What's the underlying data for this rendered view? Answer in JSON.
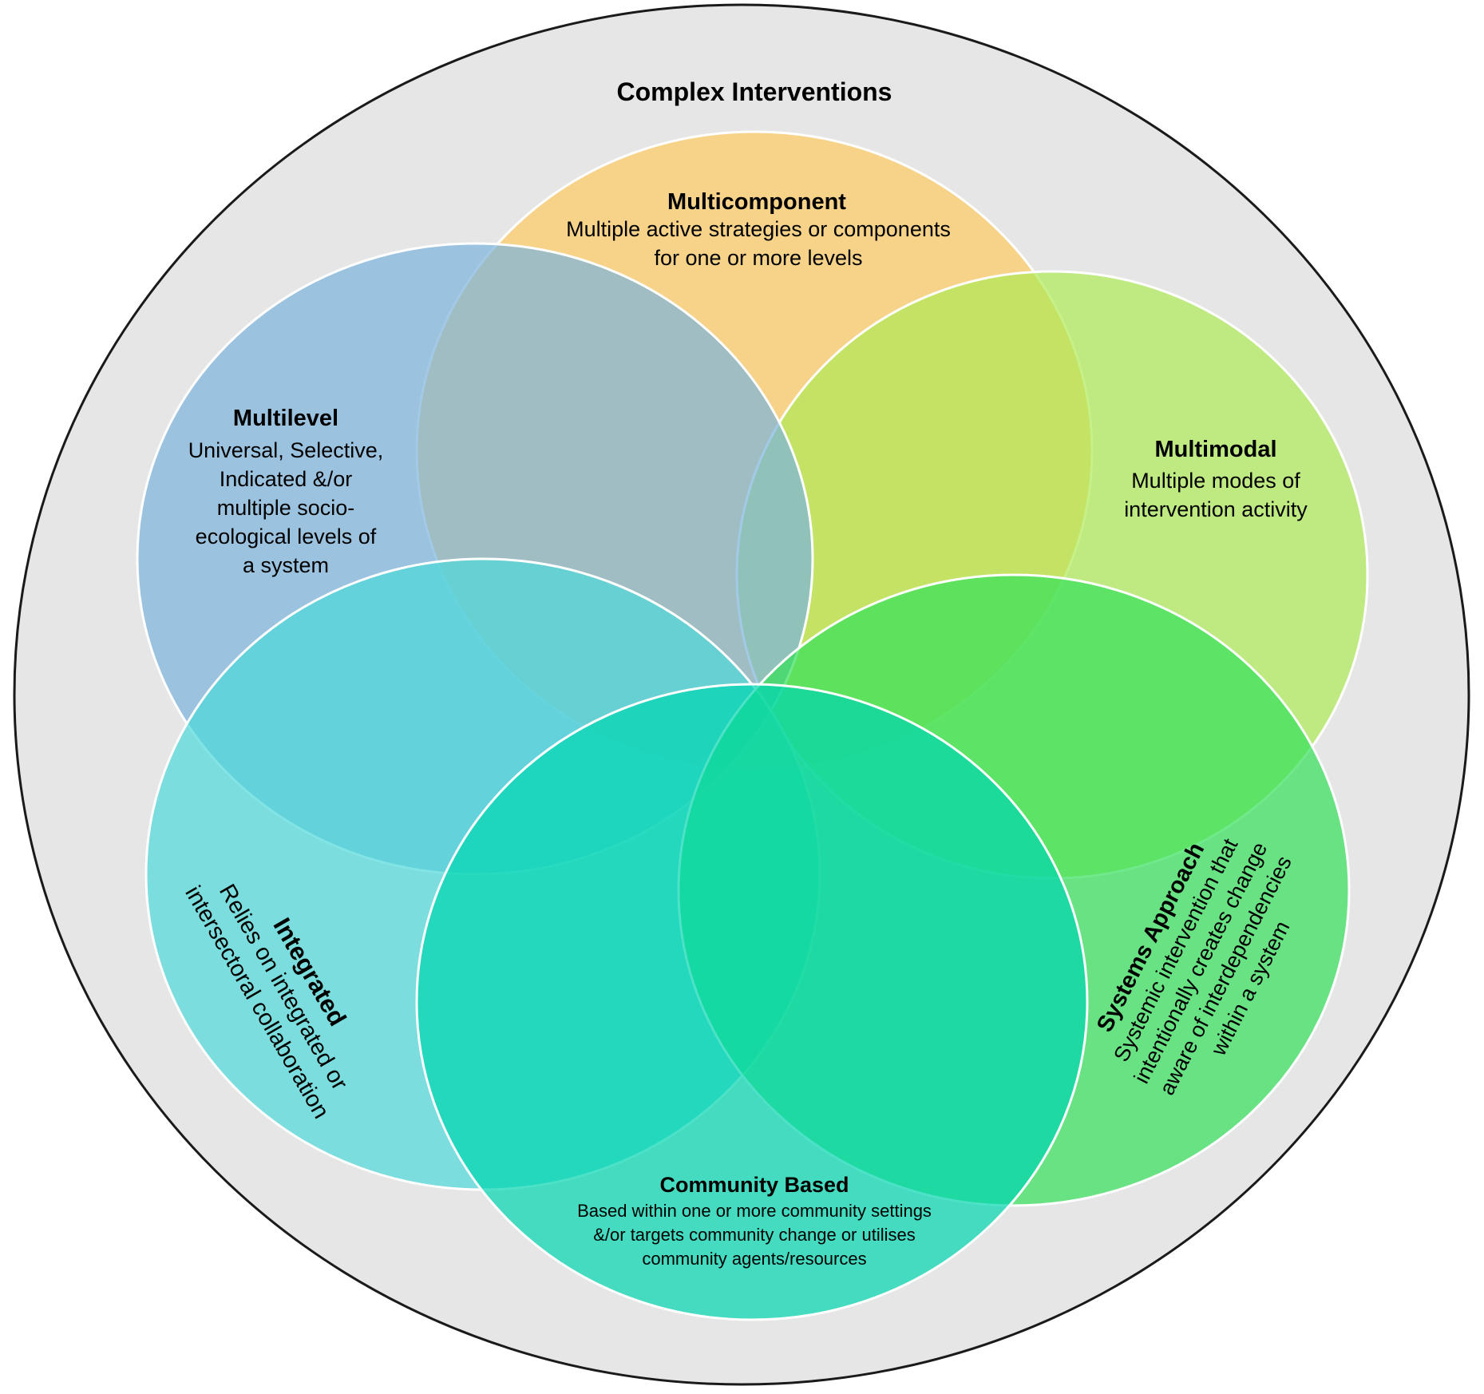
{
  "outer": {
    "title": "Complex Interventions",
    "fill": "#e6e6e6",
    "stroke": "#1a1a1a"
  },
  "sets": {
    "multicomponent": {
      "title": "Multicomponent",
      "lines": [
        "Multiple active strategies or components",
        "for one or more levels"
      ],
      "color": "#fdcb62"
    },
    "multimodal": {
      "title": "Multimodal",
      "lines": [
        "Multiple modes of",
        "intervention activity"
      ],
      "color": "#aeea55"
    },
    "multilevel": {
      "title": "Multilevel",
      "lines": [
        "Universal, Selective,",
        "Indicated &/or",
        "multiple socio-",
        "ecological levels of",
        "a system"
      ],
      "color": "#7ab3dd"
    },
    "integrated": {
      "title": "Integrated",
      "lines": [
        "Relies on integrated or",
        "intersectoral collaboration"
      ],
      "color": "#4dd8d8"
    },
    "systems": {
      "title": "Systems Approach",
      "lines": [
        "Systemic intervention that",
        "intentionally creates change",
        "aware of interdependencies",
        "within a system"
      ],
      "color": "#33e05a"
    },
    "community": {
      "title": "Community Based",
      "lines": [
        "Based within one or more community settings",
        "&/or targets community change or utilises",
        "community agents/resources"
      ],
      "color": "#00d6b0"
    }
  }
}
